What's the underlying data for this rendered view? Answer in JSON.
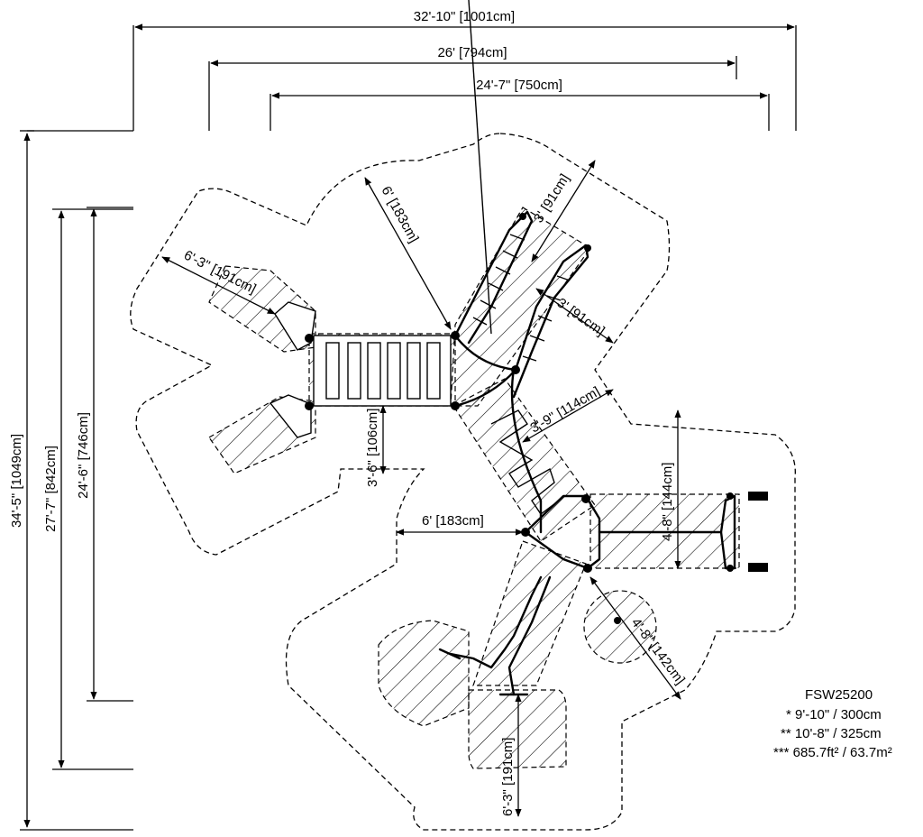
{
  "model": "FSW25200",
  "notes": [
    "* 9'-10\" / 300cm",
    "** 10'-8\" / 325cm",
    "*** 685.7ft² / 63.7m²"
  ],
  "dimensions": {
    "overall_width": "32'-10\" [1001cm]",
    "width_2": "26' [794cm]",
    "width_3": "24'-7\" [750cm]",
    "overall_height": "34'-5\" [1049cm]",
    "height_2": "27'-7\" [842cm]",
    "height_3": "24'-6\" [746cm]",
    "clear_183_a": "6' [183cm]",
    "clear_191_a": "6'-3\" [191cm]",
    "clear_91_a": "3' [91cm]",
    "clear_91_b": "3' [91cm]",
    "clear_114": "3'-9\" [114cm]",
    "clear_106": "3'-6\" [106cm]",
    "clear_183_b": "6' [183cm]",
    "clear_144": "4'-8\" [144cm]",
    "clear_142": "4'-8\" [142cm]",
    "clear_191_b": "6'-3\" [191cm]"
  }
}
